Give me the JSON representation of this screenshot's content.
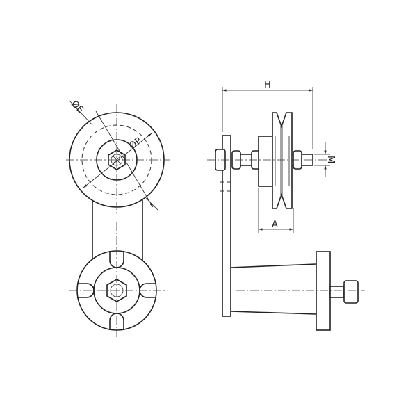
{
  "labels": {
    "diameter_e": "ØE",
    "diameter_p": "ØP",
    "height": "H",
    "thread": "M",
    "width": "A"
  }
}
